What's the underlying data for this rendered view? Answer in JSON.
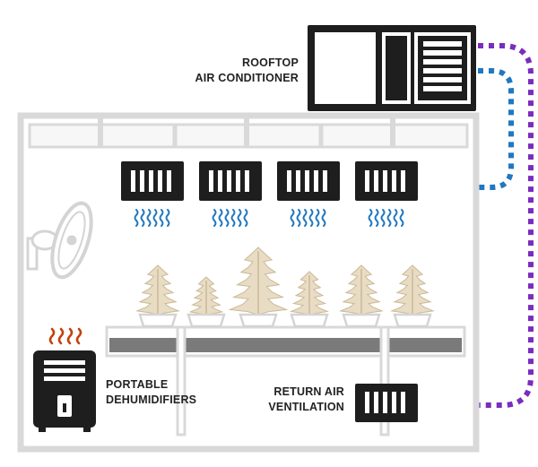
{
  "labels": {
    "rooftop_ac": [
      "ROOFTOP",
      "AIR CONDITIONER"
    ],
    "dehumidifiers": [
      "PORTABLE",
      "DEHUMIDIFIERS"
    ],
    "return_air": [
      "RETURN AIR",
      "VENTILATION"
    ]
  },
  "colors": {
    "outline": "#1e1e1e",
    "room_wall": "#d9d9d9",
    "supply_duct": "#1f78c1",
    "return_duct": "#7b2cbf",
    "airflow": "#1f78c1",
    "heat": "#c2410c",
    "plant": "#e8dcc5",
    "plant_stroke": "#cbb994",
    "table_top": "#7a7a7a"
  },
  "icons": {
    "ac_unit": "rooftop-ac-icon",
    "vent": "ceiling-vent-icon",
    "fan": "wall-fan-icon",
    "dehumidifier": "dehumidifier-icon",
    "plant": "plant-icon",
    "return_vent": "return-vent-icon"
  },
  "counts": {
    "ceiling_vents": 4,
    "plants": 6
  }
}
